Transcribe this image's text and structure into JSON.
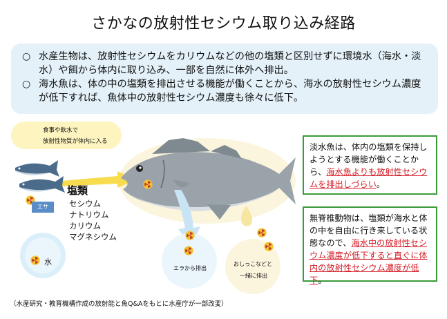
{
  "title": "さかなの放射性セシウム取り込み経路",
  "summary": [
    {
      "marker": "○",
      "text": "水産生物は、放射性セシウムをカリウムなどの他の塩類と区別せずに環境水（海水・淡水）や餌から体内に取り込み、一部を自然に体外へ排出。"
    },
    {
      "marker": "○",
      "text": "海水魚は、体の中の塩類を排出させる機能が働くことから、海水の放射性セシウム濃度が低下すれば、魚体中の放射性セシウム濃度も徐々に低下。"
    }
  ],
  "intake_pill": {
    "line1": "食事や飲水で",
    "line2": "放射性物質が体内に入る"
  },
  "feed_label": "エサ",
  "salts": {
    "title": "塩類",
    "items": [
      "セシウム",
      "ナトリウム",
      "カリウム",
      "マグネシウム"
    ]
  },
  "water_label": "水",
  "gill_label": "エラから排出",
  "urine_label": {
    "line1": "おしっこなどと",
    "line2": "一緒に排出"
  },
  "freshwater_box": {
    "text": "淡水魚は、体内の塩類を保持しようとする機能が働くことから、",
    "highlight": "海水魚よりも放射性セシウムを排出しづらい",
    "suffix": "。"
  },
  "invertebrate_box": {
    "text": "無脊椎動物は、塩類が海水と体の中を自由に行き来している状態なので、",
    "highlight": "海水中の放射性セシウム濃度が低下すると直ぐに体内の放射性セシウム濃度が低下",
    "suffix": "。"
  },
  "source": "（水産研究・教育機構作成の放射能と魚Q&Aをもとに水産庁が一部改変）",
  "colors": {
    "accent_green": "#3a9b3a",
    "highlight_red": "#d4202a",
    "summary_bg": "#e4f1f8",
    "pill_bg": "#fdf4bf"
  }
}
